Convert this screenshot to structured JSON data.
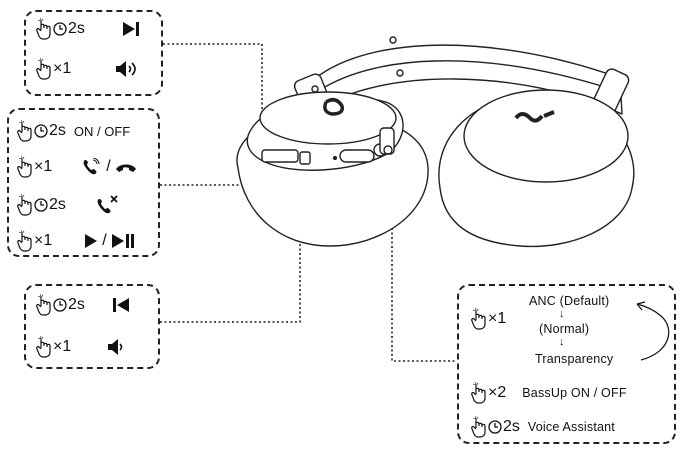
{
  "colors": {
    "line": "#222222",
    "ink": "#111111",
    "background": "#ffffff"
  },
  "icons": {
    "hand": "hand-press-icon",
    "clock": "clock-icon",
    "next": "next-track-icon",
    "previous": "previous-track-icon",
    "vol_up": "volume-up-icon",
    "vol_down": "volume-down-icon",
    "answer": "answer-call-icon",
    "hangup": "hang-up-icon",
    "reject": "reject-call-icon",
    "play": "play-icon",
    "play_pause": "play-pause-icon"
  },
  "gestures": {
    "hold_2s": "2s",
    "press_1": "×1",
    "press_2": "×2"
  },
  "box_top": {
    "rows": [
      {
        "gesture": "2s",
        "action_icon": "next-track-icon"
      },
      {
        "gesture": "×1",
        "action_icon": "volume-up-icon"
      }
    ]
  },
  "box_power": {
    "rows": [
      {
        "gesture": "2s",
        "action": "ON / OFF"
      },
      {
        "gesture": "×1",
        "slash": "/"
      },
      {
        "gesture": "2s"
      },
      {
        "gesture": "×1",
        "slash": "/"
      }
    ]
  },
  "box_prev": {
    "rows": [
      {
        "gesture": "2s",
        "action_icon": "previous-track-icon"
      },
      {
        "gesture": "×1",
        "action_icon": "volume-down-icon"
      }
    ]
  },
  "box_anc": {
    "cycle": [
      "ANC (Default)",
      "(Normal)",
      "Transparency"
    ],
    "bassup": {
      "gesture": "×2",
      "action": "BassUp ON / OFF"
    },
    "voice": {
      "gesture": "2s",
      "action": "Voice Assistant"
    }
  }
}
